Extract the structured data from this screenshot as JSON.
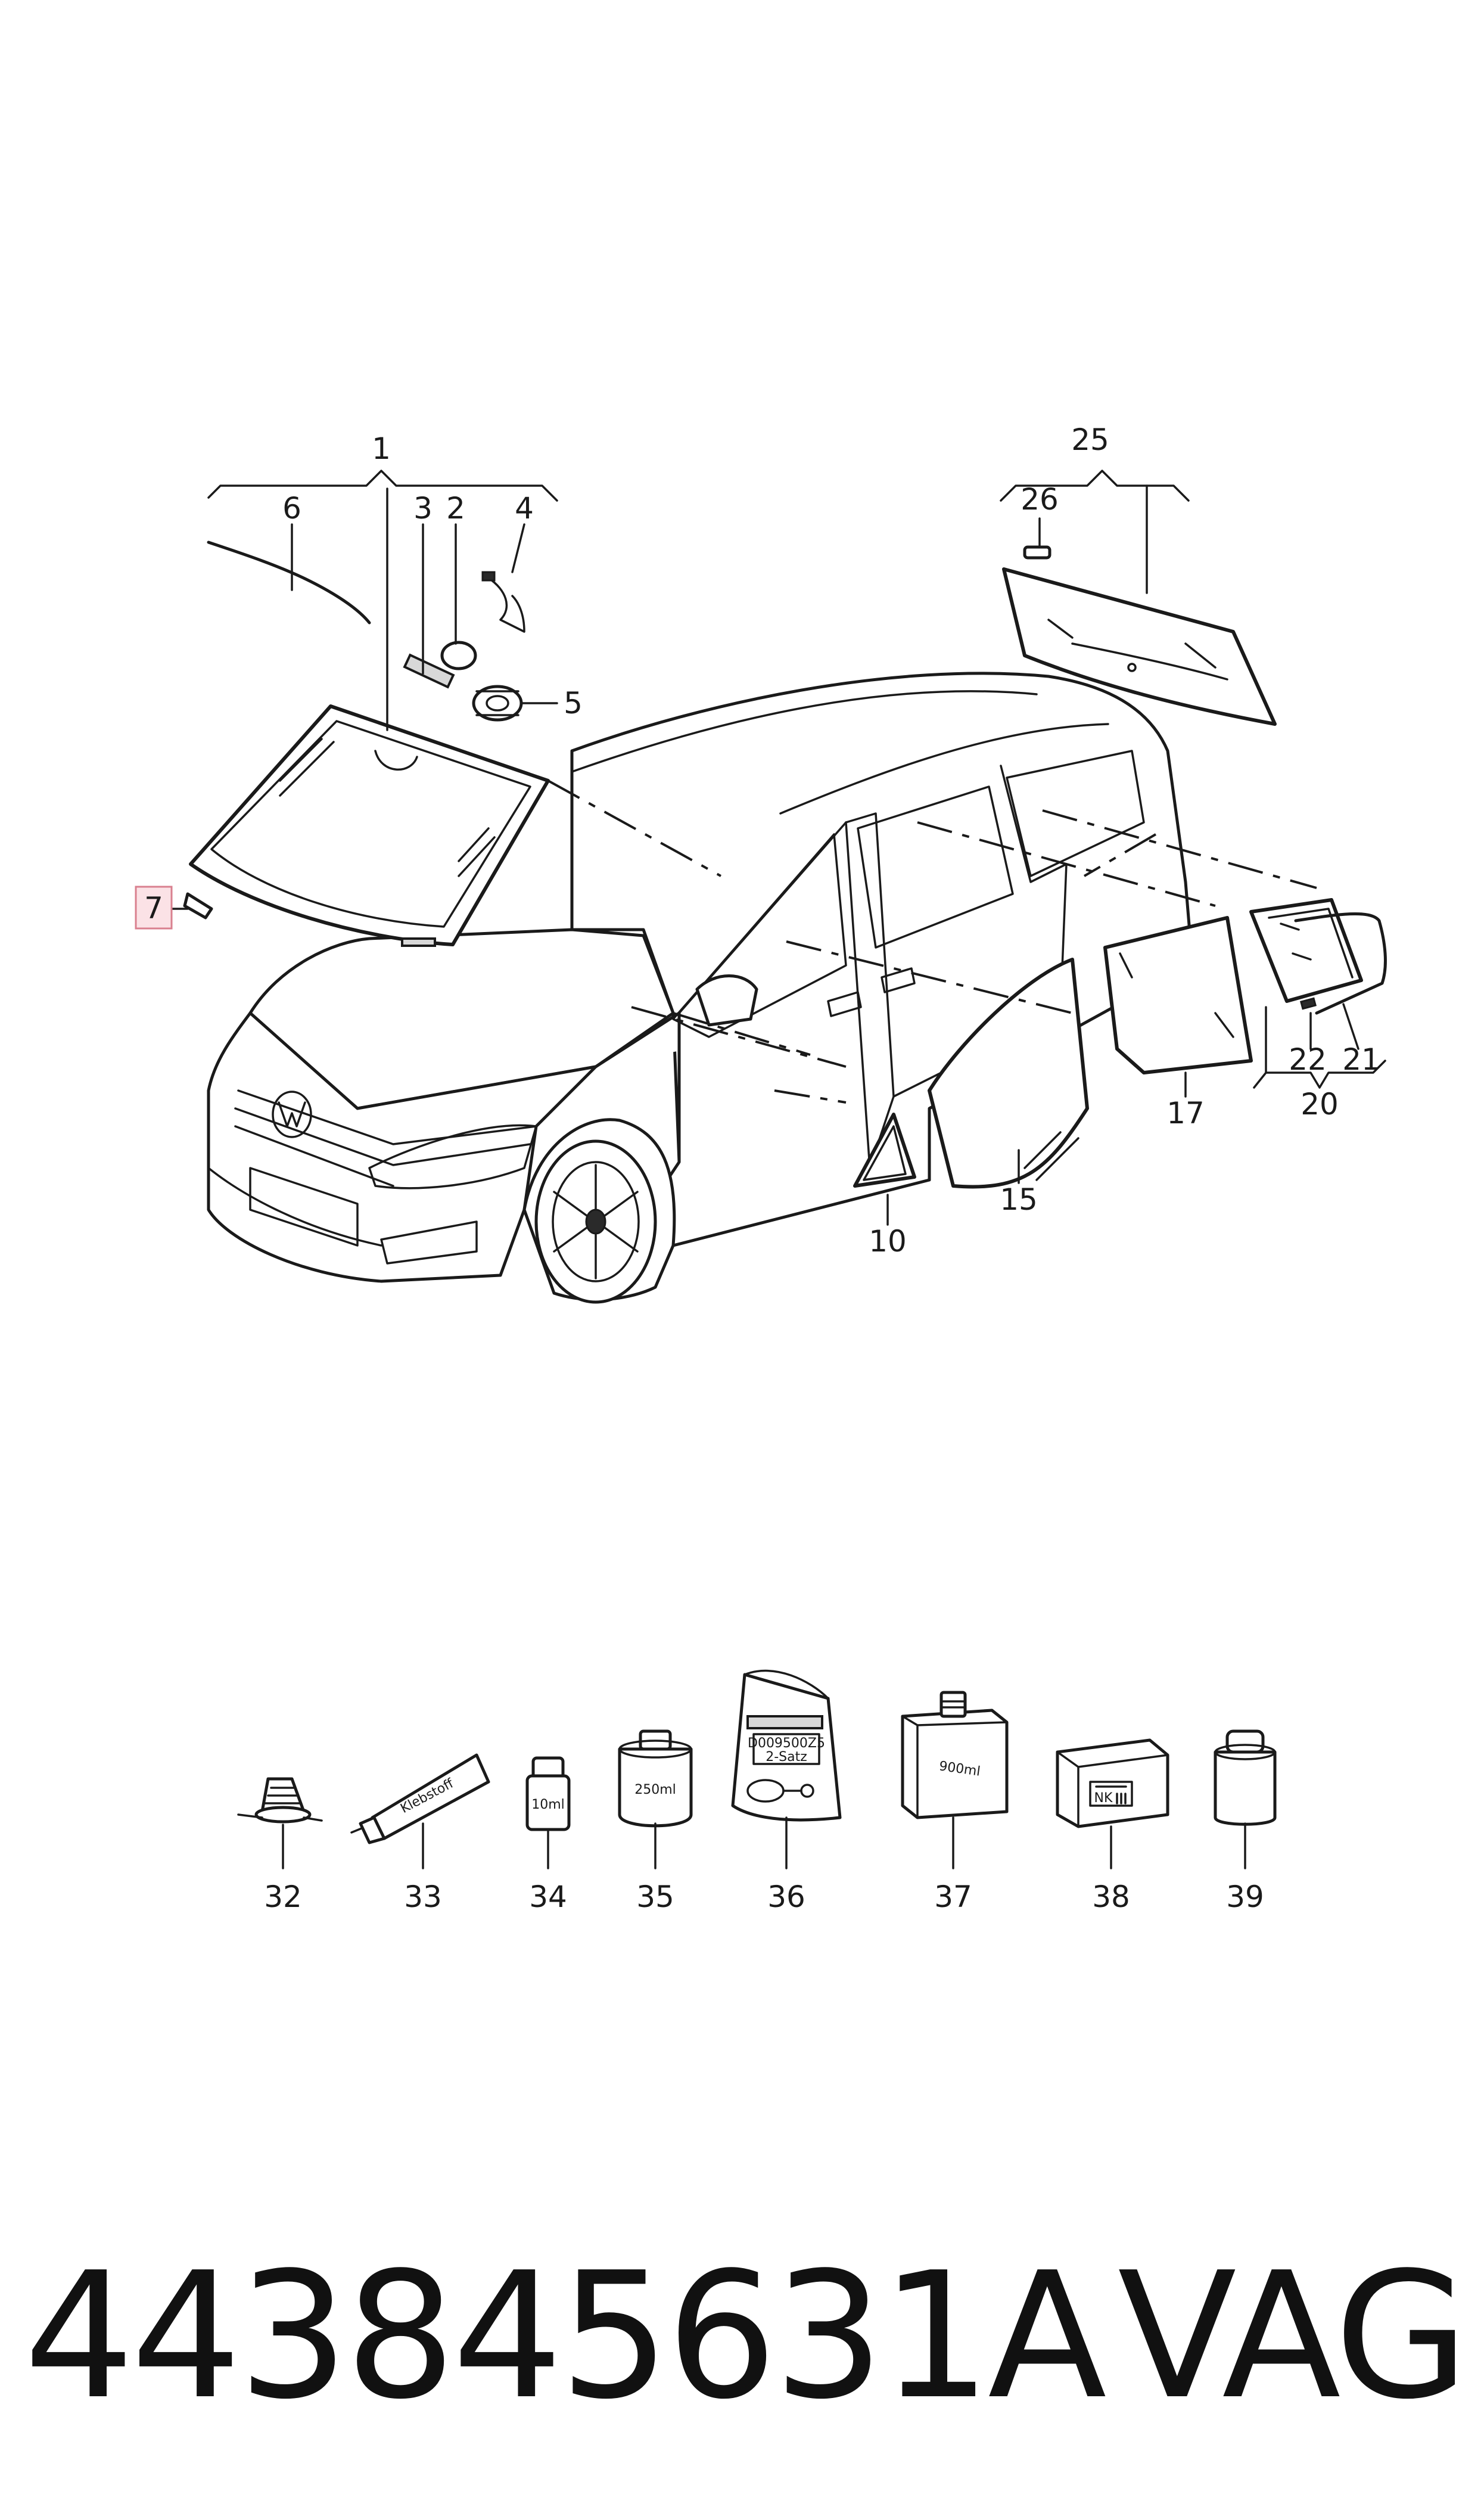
{
  "callouts": {
    "c1": "1",
    "c2": "2",
    "c3": "3",
    "c4": "4",
    "c5": "5",
    "c6": "6",
    "c7": "7",
    "c10": "10",
    "c15": "15",
    "c17": "17",
    "c20": "20",
    "c21": "21",
    "c22": "22",
    "c25": "25",
    "c26": "26",
    "c32": "32",
    "c33": "33",
    "c34": "34",
    "c35": "35",
    "c36": "36",
    "c37": "37",
    "c38": "38",
    "c39": "39"
  },
  "highlighted_callout": "7",
  "accessory_labels": {
    "tube": "Klebstoff",
    "bottle_small": "10ml",
    "can": "250ml",
    "bag_line1": "D009500Z5",
    "bag_line2": "2-Satz",
    "box": "900ml",
    "kit": "NK"
  },
  "footer": {
    "part_number": "443845631A",
    "brand": "VAG"
  },
  "colors": {
    "line": "#1a1a1a",
    "highlight_fill": "#fbe2e6",
    "highlight_stroke": "#d9808f"
  }
}
